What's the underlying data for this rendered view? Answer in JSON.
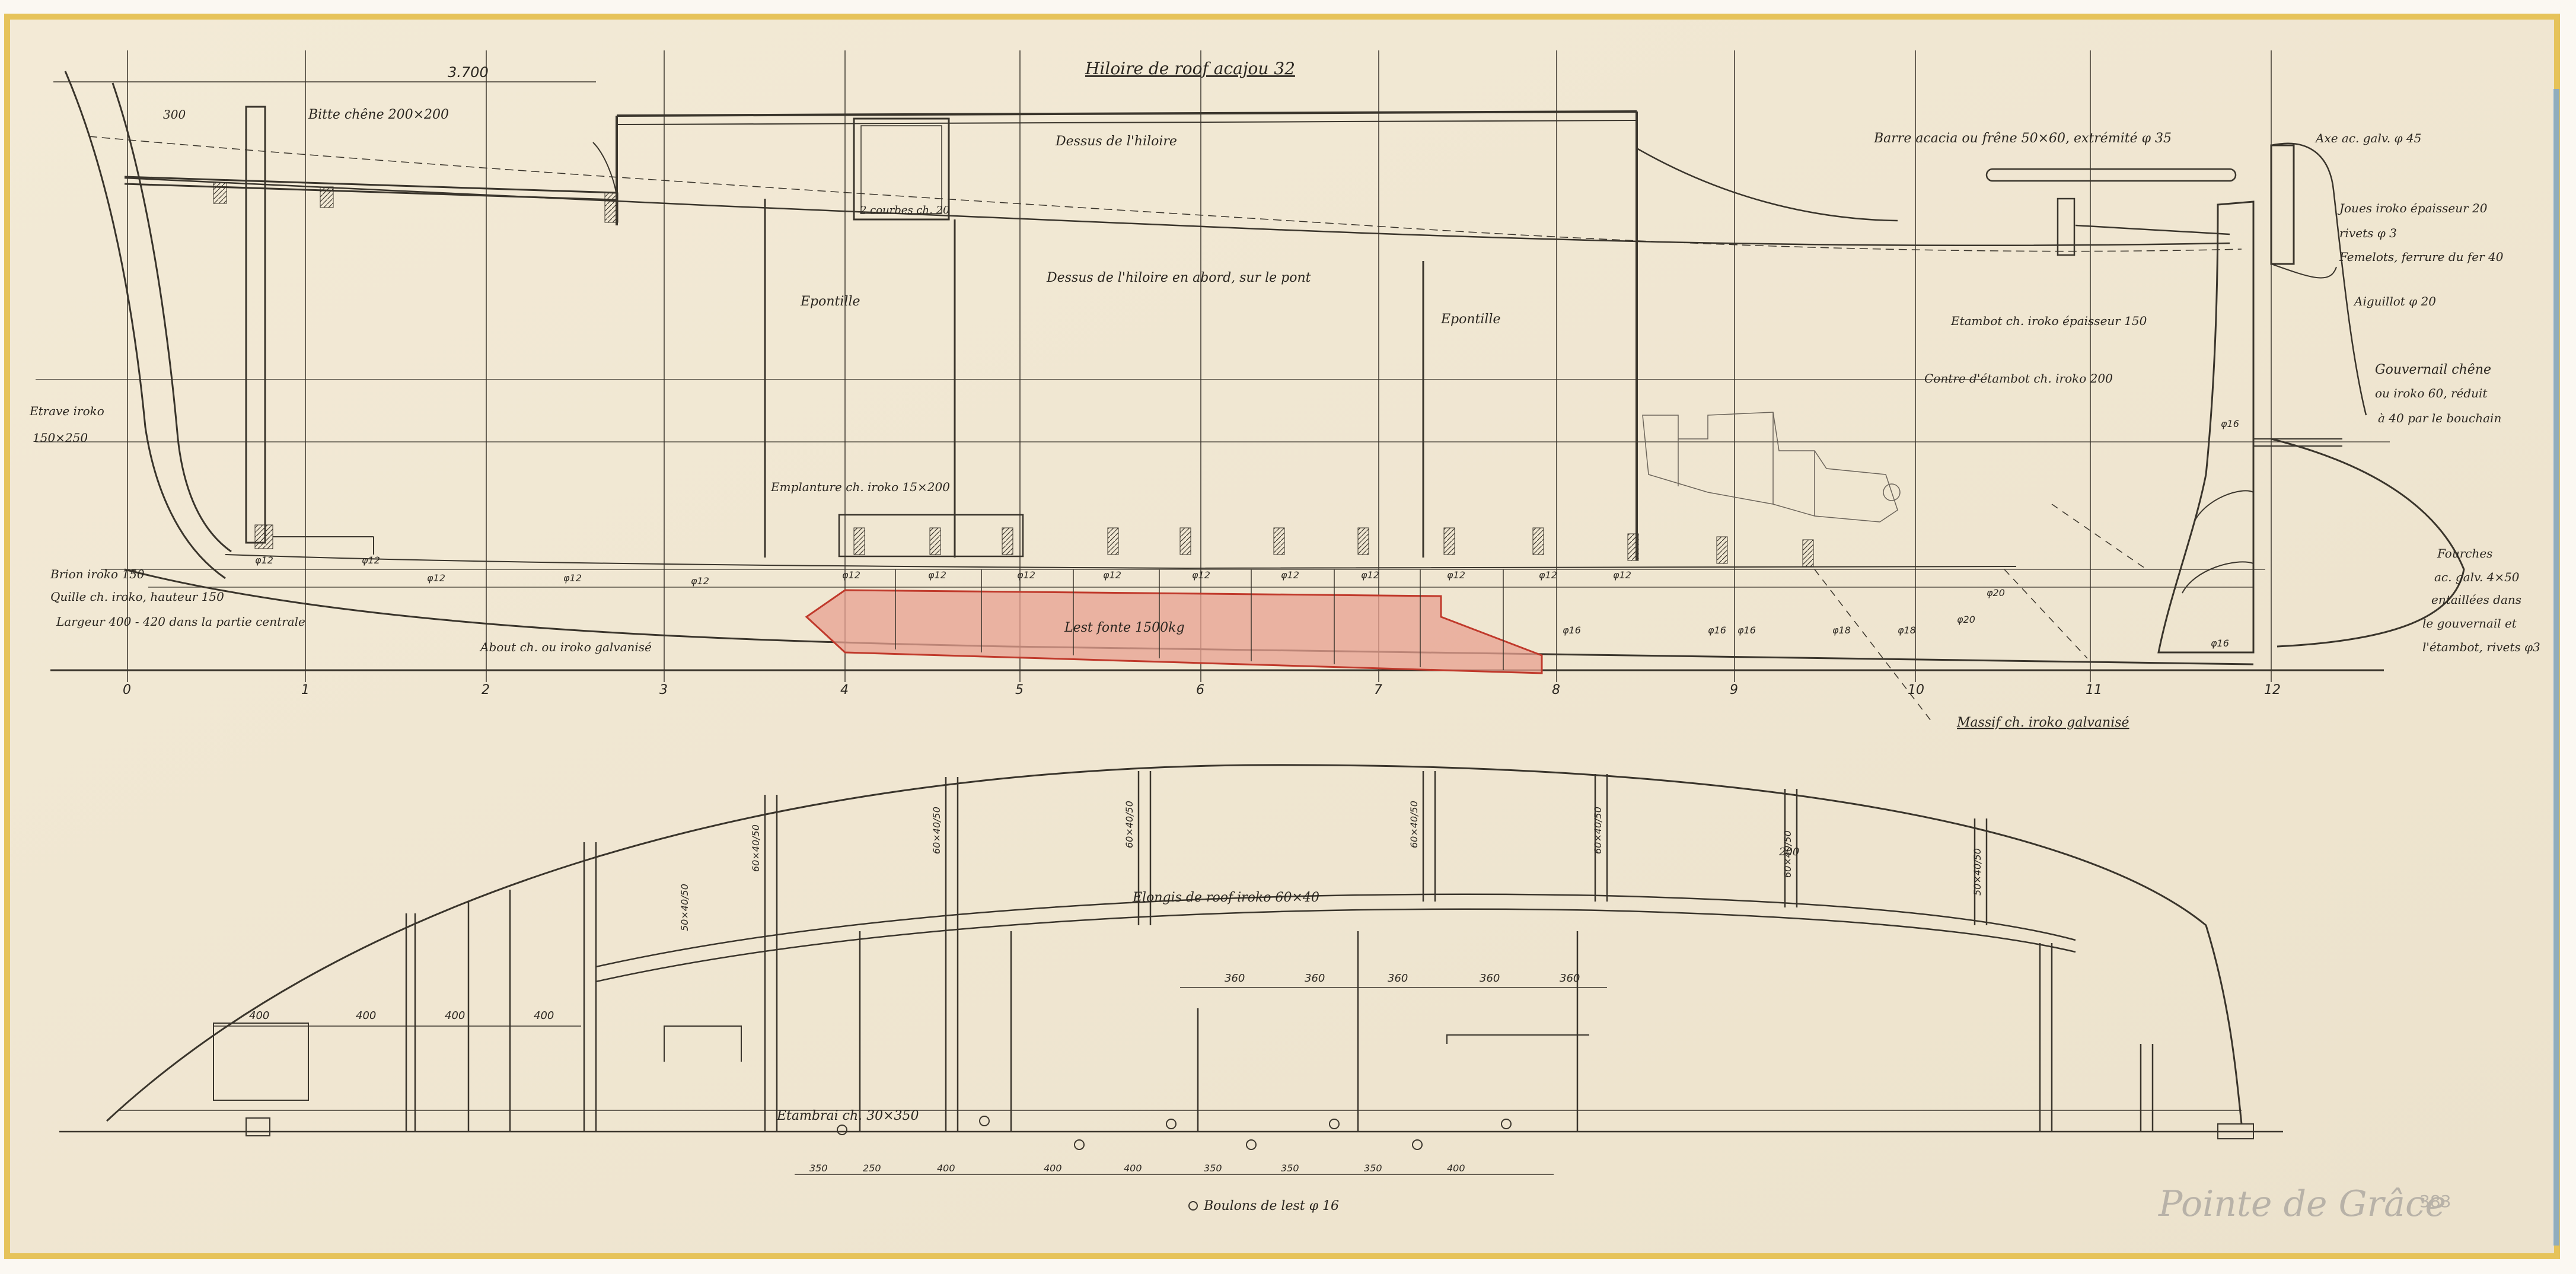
{
  "colors": {
    "paper": "#efe6d2",
    "ink": "#3a352c",
    "ballast": "#e8a090",
    "ballast_edge": "#c0392b",
    "border_yellow": "#e6c35a",
    "blue_edge": "#7aa7d6"
  },
  "profile": {
    "top_dim": "3.700",
    "title": "Hiloire de roof acajou 32",
    "labels": {
      "bitte": "Bitte chêne 200×200",
      "dessus_hiloire": "Dessus de l'hiloire",
      "dessus_hiloire_abord": "Dessus de l'hiloire en abord, sur le pont",
      "barre": "Barre acacia ou frêne 50×60, extrémité φ 35",
      "axe": "Axe ac. galv. φ 45",
      "joues": "Joues iroko épaisseur 20",
      "rivets": "rivets φ 3",
      "femelots": "Femelots, ferrure du fer 40",
      "aiguillot": "Aiguillot φ 20",
      "gouvernail1": "Gouvernail chêne",
      "gouvernail2": "ou iroko 60, réduit",
      "gouvernail3": "à 40 par le bouchain",
      "etambot": "Etambot ch. iroko épaisseur 150",
      "contre_etambot": "Contre d'étambot ch. iroko 200",
      "etrave1": "Etrave iroko",
      "etrave2": "150×250",
      "brion": "Brion iroko 150",
      "quille": "Quille ch. iroko, hauteur 150",
      "largeur": "Largeur 400 - 420 dans la partie centrale",
      "about": "About ch. ou iroko galvanisé",
      "emplanture": "Emplanture ch. iroko 15×200",
      "lest": "Lest fonte 1500kg",
      "massif": "Massif ch. iroko galvanisé",
      "epontille1": "Epontille",
      "epontille2": "Epontille",
      "courbes": "2 courbes ch. 20",
      "fourches1": "Fourches",
      "fourches2": "ac. galv. 4×50",
      "fourches3": "entaillées dans",
      "fourches4": "le gouvernail et",
      "fourches5": "l'étambot, rivets φ3"
    },
    "frames": [
      "0",
      "1",
      "2",
      "3",
      "4",
      "5",
      "6",
      "7",
      "8",
      "9",
      "10",
      "11",
      "12"
    ],
    "bolts": [
      "φ12",
      "φ12",
      "φ12",
      "φ12",
      "φ12",
      "φ12",
      "φ12",
      "φ12",
      "φ12",
      "φ12",
      "φ12",
      "φ12",
      "φ12",
      "φ12",
      "φ12",
      "φ16",
      "φ16",
      "φ16",
      "φ18",
      "φ18",
      "φ20",
      "φ20",
      "φ16",
      "φ16"
    ]
  },
  "plan": {
    "elongis": "Elongis de roof iroko 60×40",
    "etambrai": "Etambrai ch. 30×350",
    "boulons": "Boulons de lest φ 16",
    "spacing_top": [
      "360",
      "360",
      "360",
      "360",
      "360"
    ],
    "spacing_left": [
      "400",
      "400",
      "400",
      "400"
    ],
    "spacing_bottom": [
      "350",
      "250",
      "400",
      "400",
      "400",
      "350",
      "350",
      "350",
      "400"
    ],
    "beam_labels": [
      "50×40/50",
      "60×40/50",
      "60×40/50",
      "60×40/50",
      "60×40/50",
      "60×40/50",
      "60×40/50",
      "50×40/50"
    ],
    "dim_300": "300",
    "dim_200": "200"
  },
  "stamp": {
    "handwritten": "Pointe de Grâce",
    "number": "383"
  }
}
